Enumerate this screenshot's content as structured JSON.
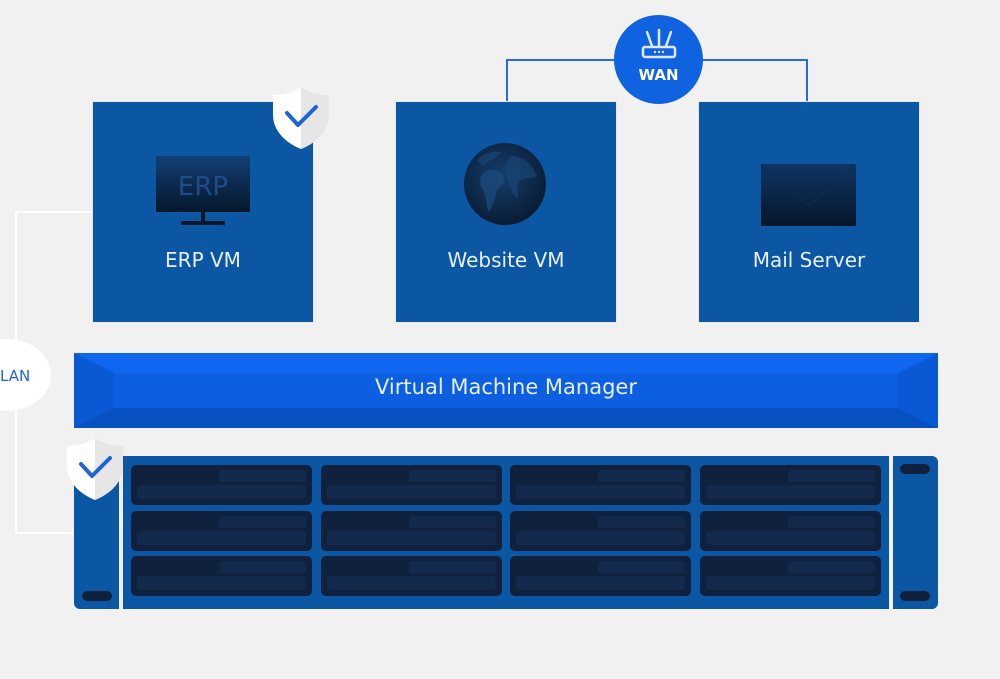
{
  "diagram": {
    "network_nodes": {
      "wan": {
        "label": "WAN",
        "icon": "router-icon"
      },
      "lan": {
        "label": "LAN"
      }
    },
    "virtual_machines": [
      {
        "label": "ERP VM",
        "icon": "erp-monitor-icon",
        "icon_text": "ERP",
        "protected": true
      },
      {
        "label": "Website VM",
        "icon": "globe-icon",
        "protected": false
      },
      {
        "label": "Mail Server",
        "icon": "envelope-icon",
        "protected": false
      }
    ],
    "hypervisor": {
      "label": "Virtual Machine Manager"
    },
    "storage": {
      "icon": "nas-server-icon",
      "bays_rows": 3,
      "bays_cols": 4,
      "protected": true
    },
    "colors": {
      "background": "#f1f1f1",
      "vm_box": "#0b57a4",
      "accent": "#0f62e0",
      "server_body": "#0b57a4",
      "bay": "#10213d"
    }
  }
}
